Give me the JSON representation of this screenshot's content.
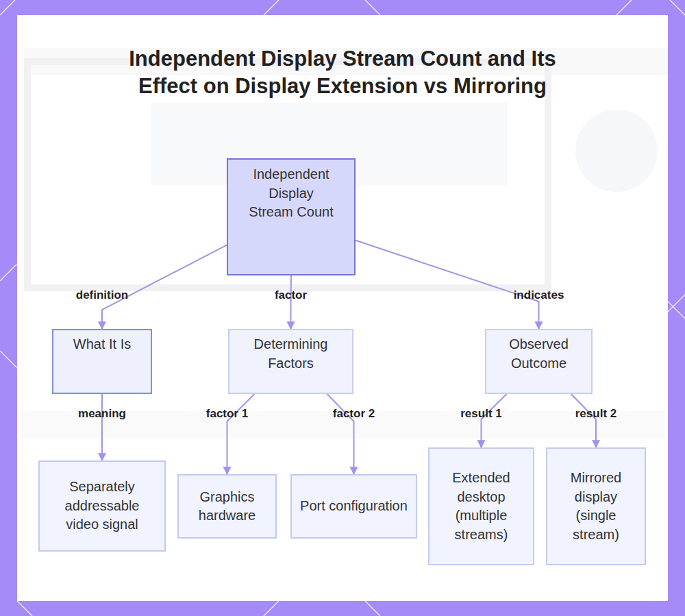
{
  "diagram": {
    "title": "Independent Display Stream Count and Its Effect on Display Extension vs Mirroring",
    "nodes": [
      {
        "text": [
          "Independent Display Stream Count"
        ]
      },
      {
        "text": [
          "What It Is"
        ]
      },
      {
        "text": [
          "Determining Factors"
        ]
      },
      {
        "text": [
          "Observed Outcome"
        ]
      },
      {
        "text": [
          "Separately addressable video signal"
        ]
      },
      {
        "text": [
          "Graphics hardware"
        ]
      },
      {
        "text": [
          "Port configuration"
        ]
      },
      {
        "text": [
          "Extended desktop (multiple streams)"
        ]
      },
      {
        "text": [
          "Mirrored display (single stream)"
        ]
      }
    ],
    "edges": [
      {
        "from": 0,
        "to": 1,
        "label": "definition",
        "arrow": "to"
      },
      {
        "from": 0,
        "to": 2,
        "label": "factor",
        "arrow": "to"
      },
      {
        "from": 0,
        "to": 3,
        "label": "indicates",
        "arrow": "to"
      },
      {
        "from": 1,
        "to": 4,
        "label": "meaning",
        "arrow": "to"
      },
      {
        "from": 2,
        "to": 5,
        "label": "factor 1",
        "arrow": "to"
      },
      {
        "from": 2,
        "to": 6,
        "label": "factor 2",
        "arrow": "to"
      },
      {
        "from": 3,
        "to": 7,
        "label": "result 1",
        "arrow": "to"
      },
      {
        "from": 3,
        "to": 8,
        "label": "result 2",
        "arrow": "to"
      }
    ]
  }
}
